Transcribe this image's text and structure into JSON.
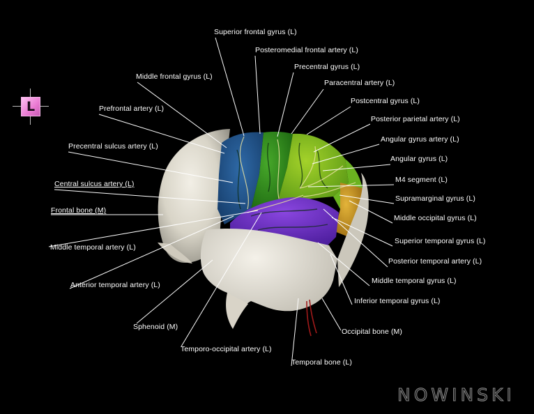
{
  "orientation": {
    "letter": "L"
  },
  "labels": [
    {
      "id": "superior-frontal-gyrus",
      "text": "Superior frontal gyrus (L)"
    },
    {
      "id": "posteromedial-frontal-artery",
      "text": "Posteromedial frontal artery (L)"
    },
    {
      "id": "precentral-gyrus",
      "text": "Precentral gyrus (L)"
    },
    {
      "id": "middle-frontal-gyrus",
      "text": "Middle frontal gyrus (L)"
    },
    {
      "id": "paracentral-artery",
      "text": "Paracentral artery (L)"
    },
    {
      "id": "postcentral-gyrus",
      "text": "Postcentral gyrus (L)"
    },
    {
      "id": "prefrontal-artery",
      "text": "Prefrontal artery (L)"
    },
    {
      "id": "posterior-parietal-artery",
      "text": "Posterior parietal artery (L)"
    },
    {
      "id": "angular-gyrus-artery",
      "text": "Angular gyrus artery (L)"
    },
    {
      "id": "precentral-sulcus-artery",
      "text": "Precentral sulcus artery (L)"
    },
    {
      "id": "angular-gyrus",
      "text": "Angular gyrus (L)"
    },
    {
      "id": "m4-segment",
      "text": "M4 segment (L)"
    },
    {
      "id": "central-sulcus-artery",
      "text": "Central sulcus artery (L)"
    },
    {
      "id": "supramarginal-gyrus",
      "text": "Supramarginal gyrus (L)"
    },
    {
      "id": "frontal-bone",
      "text": "Frontal bone (M)"
    },
    {
      "id": "middle-occipital-gyrus",
      "text": "Middle occipital gyrus (L)"
    },
    {
      "id": "superior-temporal-gyrus",
      "text": "Superior temporal gyrus (L)"
    },
    {
      "id": "middle-temporal-artery",
      "text": "Middle temporal artery (L)"
    },
    {
      "id": "posterior-temporal-artery",
      "text": "Posterior temporal artery (L)"
    },
    {
      "id": "anterior-temporal-artery",
      "text": "Anterior temporal artery (L)"
    },
    {
      "id": "middle-temporal-gyrus",
      "text": "Middle temporal gyrus (L)"
    },
    {
      "id": "inferior-temporal-gyrus",
      "text": "Inferior temporal gyrus (L)"
    },
    {
      "id": "sphenoid",
      "text": "Sphenoid (M)"
    },
    {
      "id": "occipital-bone",
      "text": "Occipital bone (M)"
    },
    {
      "id": "temporo-occipital-artery",
      "text": "Temporo-occipital artery (L)"
    },
    {
      "id": "temporal-bone",
      "text": "Temporal bone (L)"
    }
  ],
  "watermark": {
    "text": "NOWINSKI"
  }
}
